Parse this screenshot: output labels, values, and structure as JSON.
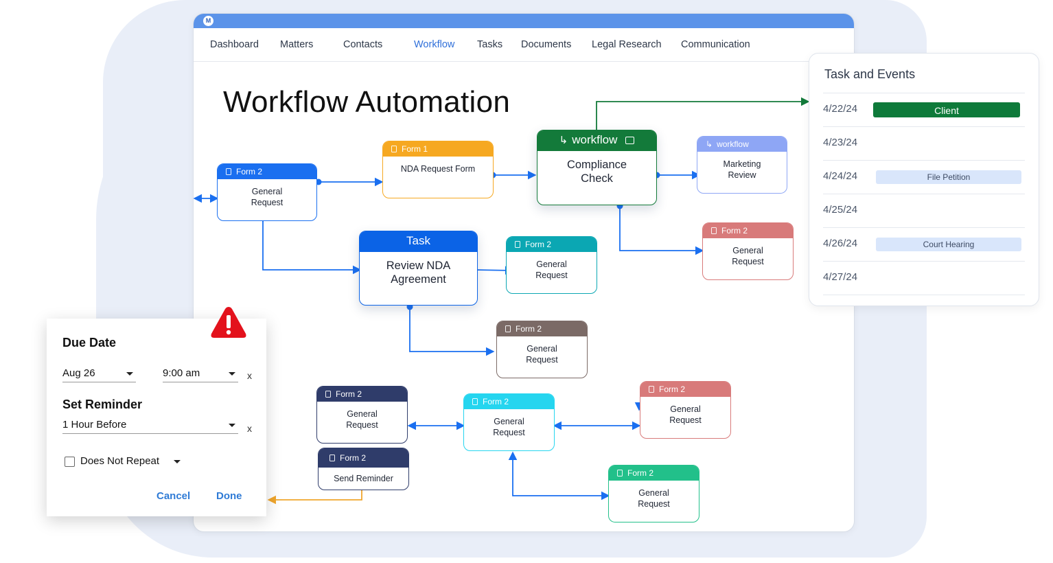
{
  "app": {
    "logo_text": "M"
  },
  "nav": [
    "Dashboard",
    "Matters",
    "Contacts",
    "Workflow",
    "Tasks",
    "Documents",
    "Legal Research",
    "Communication"
  ],
  "nav_active": "Workflow",
  "page_title": "Workflow Automation",
  "nodes": {
    "general_request_left": {
      "header": "Form 2",
      "body": "General\nRequest",
      "color": "#1a6ff0"
    },
    "nda_request": {
      "header": "Form 1",
      "body": "NDA Request Form",
      "color": "#f6a821"
    },
    "compliance": {
      "header": "workflow",
      "body": "Compliance\nCheck",
      "color": "#137a3a"
    },
    "marketing": {
      "header": "workflow",
      "body": "Marketing\nReview",
      "color": "#8ea6f5"
    },
    "review_nda": {
      "header": "Task",
      "body": "Review NDA\nAgreement",
      "color": "#0b63e6"
    },
    "teal_form": {
      "header": "Form 2",
      "body": "General\nRequest",
      "color": "#0ba7b3"
    },
    "red_right": {
      "header": "Form 2",
      "body": "General\nRequest",
      "color": "#d87a7a"
    },
    "brown": {
      "header": "Form 2",
      "body": "General\nRequest",
      "color": "#7b6a66"
    },
    "navy": {
      "header": "Form 2",
      "body": "General\nRequest",
      "color": "#2f3c6a"
    },
    "send_reminder": {
      "header": "Form 2",
      "body": "Send Reminder",
      "color": "#2f3c6a"
    },
    "cyan": {
      "header": "Form 2",
      "body": "General\nRequest",
      "color": "#25d5ef"
    },
    "pink_bottom": {
      "header": "Form 2",
      "body": "General\nRequest",
      "color": "#d87a7a"
    },
    "green_bottom": {
      "header": "Form 2",
      "body": "General\nRequest",
      "color": "#22c08a"
    }
  },
  "tasks_panel": {
    "title": "Task and Events",
    "rows": [
      {
        "date": "4/22/24",
        "event": "Client"
      },
      {
        "date": "4/23/24",
        "event": ""
      },
      {
        "date": "4/24/24",
        "event": "File Petition"
      },
      {
        "date": "4/25/24",
        "event": ""
      },
      {
        "date": "4/26/24",
        "event": "Court Hearing"
      },
      {
        "date": "4/27/24",
        "event": ""
      }
    ],
    "colors": {
      "client": "#0e7a3a",
      "light_badge": "#d9e6fb"
    }
  },
  "dialog": {
    "due_label": "Due Date",
    "date_value": "Aug 26",
    "time_value": "9:00 am",
    "reminder_label": "Set Reminder",
    "reminder_value": "1 Hour Before",
    "repeat_label": "Does Not Repeat",
    "cancel": "Cancel",
    "done": "Done",
    "clear": "x"
  },
  "icons": [
    "warning-icon",
    "document-icon",
    "workflow-arrow-icon",
    "caret-down-icon",
    "checkbox-icon"
  ],
  "accent": "#2f6fd9"
}
